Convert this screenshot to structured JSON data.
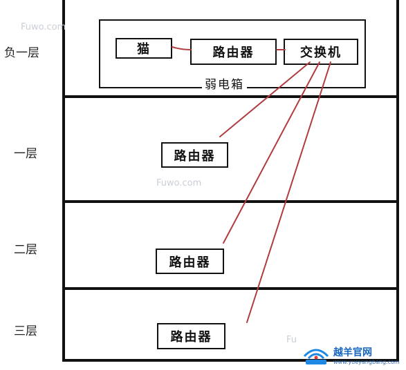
{
  "floors": {
    "b1": "负一层",
    "f1": "一层",
    "f2": "二层",
    "f3": "三层"
  },
  "cabinet": {
    "label": "弱电箱",
    "modem": "猫",
    "router": "路由器",
    "switch": "交换机"
  },
  "rooms": {
    "f1_router": "路由器",
    "f2_router": "路由器",
    "f3_router": "路由器"
  },
  "watermarks": {
    "top": "Fuwo.com",
    "middle": "Fuwo.com",
    "bottom": "Fu"
  },
  "logo": {
    "name": "越羊官网",
    "url": "www.yueyangbang.com"
  },
  "colors": {
    "line": "#b03a3e",
    "border": "#111111"
  }
}
